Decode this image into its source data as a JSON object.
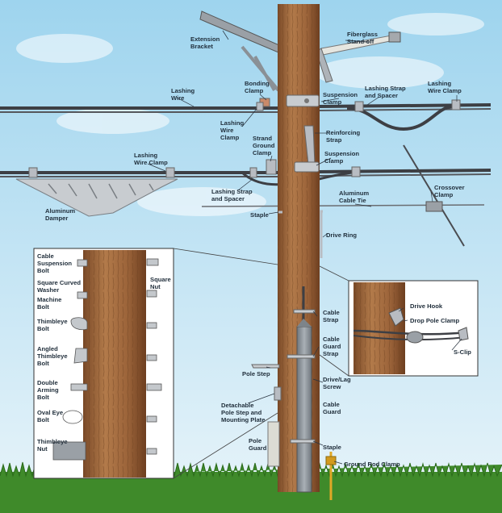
{
  "colors": {
    "sky": "#bfe2f3",
    "pole": "#a56b3f",
    "pole_dark": "#7a4a28",
    "cable": "#3d3f44",
    "hardware": "#b8bcc2",
    "guard": "#9aa1a8",
    "grass": "#3f8a2a",
    "ground_rod": "#e0a826",
    "label": "#1f2d3a"
  },
  "labels": {
    "extension_bracket": "Extension\nBracket",
    "fiberglass_standoff": "Fiberglass\nStand-off",
    "lashing_wire": "Lashing\nWire",
    "bonding_clamp": "Bonding\nClamp",
    "suspension_clamp_top": "Suspension\nClamp",
    "lashing_strap_spacer_top": "Lashing Strap\nand Spacer",
    "lashing_wire_clamp_right": "Lashing\nWire Clamp",
    "lashing_wire_clamp_mid": "Lashing\nWire\nClamp",
    "strand_ground_clamp": "Strand\nGround\nClamp",
    "reinforcing_strap": "Reinforcing\nStrap",
    "suspension_clamp_mid": "Suspension\nClamp",
    "lashing_wire_clamp_left": "Lashing\nWire Clamp",
    "crossover_clamp": "Crossover\nClamp",
    "aluminum_cable_tie": "Aluminum\nCable Tie",
    "lashing_strap_spacer_mid": "Lashing Strap\nand Spacer",
    "aluminum_damper": "Aluminum\nDamper",
    "staple_top": "Staple",
    "drive_ring": "Drive Ring",
    "cable_suspension_bolt": "Cable\nSuspension\nBolt",
    "square_curved_washer": "Square Curved\nWasher",
    "square_nut": "Square\nNut",
    "machine_bolt": "Machine\nBolt",
    "thimbleye_bolt": "Thimbleye\nBolt",
    "angled_thimbleye_bolt": "Angled\nThimbleye\nBolt",
    "double_arming_bolt": "Double\nArming\nBolt",
    "oval_eye_bolt": "Oval Eye\nBolt",
    "thimbleye_nut": "Thimbleye\nNut",
    "cable_strap": "Cable\nStrap",
    "cable_guard_strap": "Cable\nGuard\nStrap",
    "drive_hook": "Drive Hook",
    "drop_pole_clamp": "Drop Pole Clamp",
    "s_clip": "S-Clip",
    "pole_step": "Pole Step",
    "drive_lag_screw": "Drive/Lag\nScrew",
    "cable_guard": "Cable\nGuard",
    "detachable_pole_step": "Detachable\nPole Step and\nMounting Plate",
    "pole_guard": "Pole\nGuard",
    "staple_bottom": "Staple",
    "ground_rod_clamp": "Ground Rod Clamp"
  }
}
